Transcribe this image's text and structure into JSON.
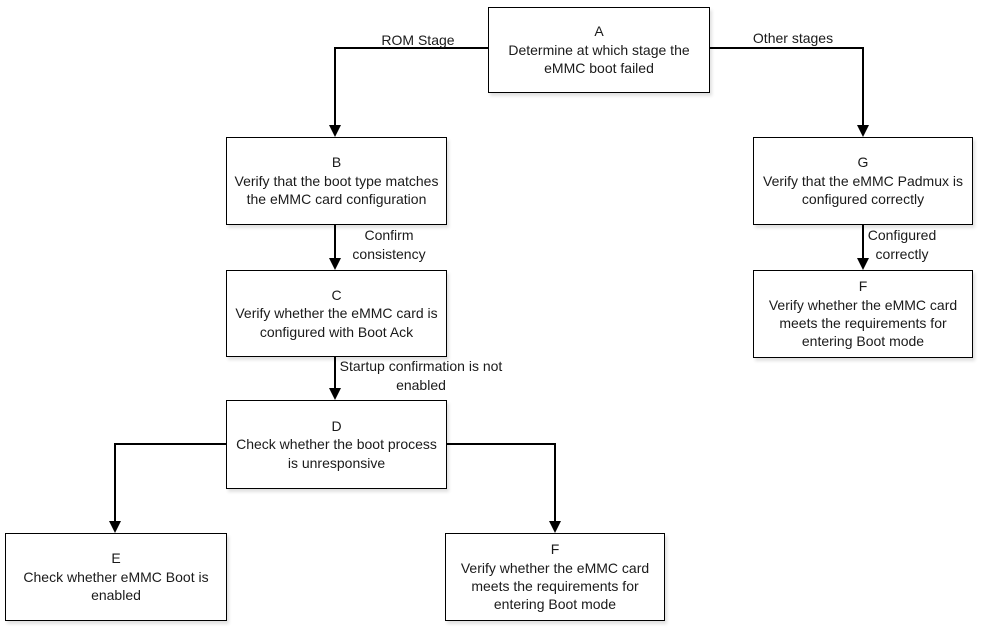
{
  "diagram": {
    "type": "flowchart",
    "topic": "eMMC boot failure troubleshooting",
    "nodes": {
      "a": {
        "id": "A",
        "text": "Determine at which stage the eMMC boot failed"
      },
      "b": {
        "id": "B",
        "text": "Verify that the boot type matches the eMMC card configuration"
      },
      "c": {
        "id": "C",
        "text": "Verify whether the eMMC card is configured with Boot Ack"
      },
      "d": {
        "id": "D",
        "text": "Check whether the boot process is unresponsive"
      },
      "e": {
        "id": "E",
        "text": "Check whether eMMC Boot is enabled"
      },
      "f_bottom": {
        "id": "F",
        "text": "Verify whether the eMMC card meets the requirements for entering Boot mode"
      },
      "g": {
        "id": "G",
        "text": "Verify that the eMMC Padmux is configured correctly"
      },
      "f_right": {
        "id": "F",
        "text": "Verify whether the eMMC card meets the requirements for entering Boot mode"
      }
    },
    "edge_labels": {
      "rom_stage": "ROM Stage",
      "other_stages": "Other stages",
      "confirm_consistency": "Confirm consistency",
      "startup_confirmation_not_enabled": "Startup confirmation is not enabled",
      "configured_correctly": "Configured correctly"
    },
    "edges": [
      {
        "from": "A",
        "to": "B",
        "label": "ROM Stage"
      },
      {
        "from": "A",
        "to": "G",
        "label": "Other stages"
      },
      {
        "from": "B",
        "to": "C",
        "label": "Confirm consistency"
      },
      {
        "from": "C",
        "to": "D",
        "label": "Startup confirmation is not enabled"
      },
      {
        "from": "D",
        "to": "E",
        "label": ""
      },
      {
        "from": "D",
        "to": "F",
        "label": ""
      },
      {
        "from": "G",
        "to": "F",
        "label": "Configured correctly"
      }
    ],
    "colors": {
      "line": "#000000",
      "box_border": "#000000",
      "box_background": "#ffffff",
      "text": "#1a1a1a",
      "page_background": "#ffffff"
    }
  }
}
